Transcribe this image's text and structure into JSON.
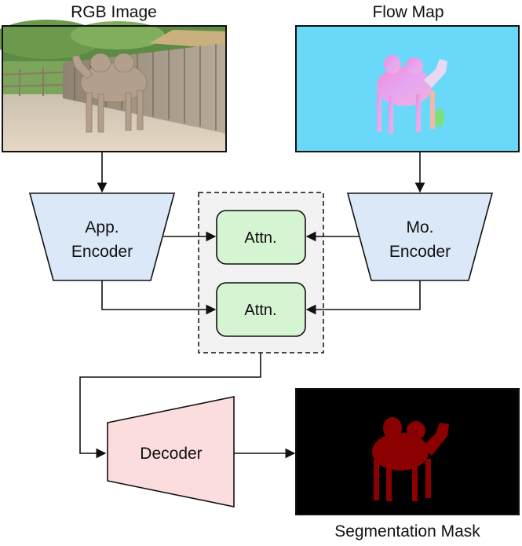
{
  "diagram": {
    "rgb_image": {
      "label": "RGB Image"
    },
    "flow_map": {
      "label": "Flow Map"
    },
    "app_encoder": {
      "line1": "App.",
      "line2": "Encoder",
      "fill": "#dae8f8"
    },
    "mo_encoder": {
      "line1": "Mo.",
      "line2": "Encoder",
      "fill": "#dae8f8"
    },
    "attn_top": {
      "label": "Attn.",
      "fill": "#d5f4d2"
    },
    "attn_bottom": {
      "label": "Attn.",
      "fill": "#d5f4d2"
    },
    "decoder": {
      "label": "Decoder",
      "fill": "#fbdddd"
    },
    "segmentation_mask": {
      "label": "Segmentation Mask",
      "mask_color": "#8b0000"
    },
    "colors": {
      "flow_background": "#6ad8f8",
      "fusion_box_fill": "#f2f2f2",
      "line": "#111111"
    }
  }
}
